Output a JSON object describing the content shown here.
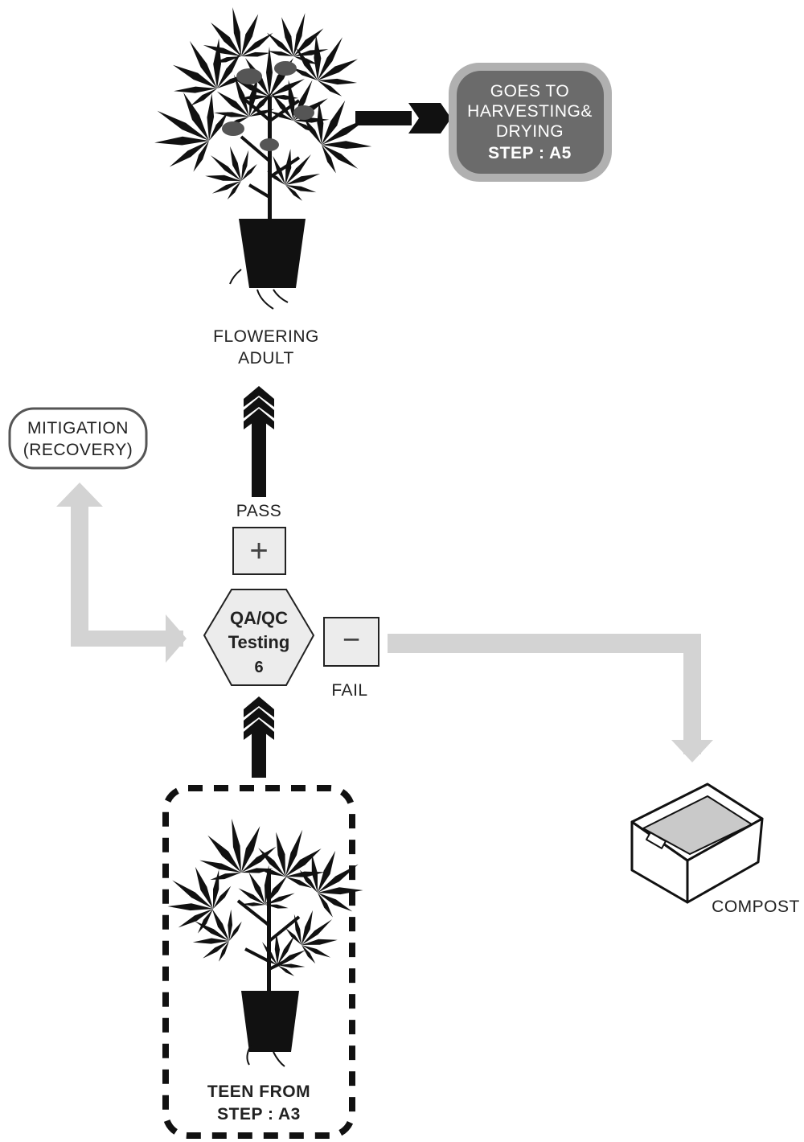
{
  "harvest_box": {
    "line1": "GOES TO",
    "line2": "HARVESTING&",
    "line3": "DRYING",
    "step": "STEP : A5"
  },
  "flowering_label": {
    "line1": "FLOWERING",
    "line2": "ADULT"
  },
  "mitigation": {
    "line1": "MITIGATION",
    "line2": "(RECOVERY)"
  },
  "pass_label": "PASS",
  "pass_symbol": "+",
  "qa_hex": {
    "line1": "QA/QC",
    "line2": "Testing",
    "line3": "6"
  },
  "fail_symbol": "−",
  "fail_label": "FAIL",
  "compost_label": "COMPOST",
  "teen_box": {
    "line1": "TEEN FROM",
    "line2": "STEP : A3"
  },
  "colors": {
    "dark_arrow": "#111111",
    "light_arrow": "#d3d3d3",
    "harvest_fill": "#6b6b6b",
    "harvest_border": "#b0b0b0",
    "hex_fill": "#ececec"
  },
  "icons": [
    "flowering-plant-icon",
    "teen-plant-icon",
    "compost-bin-icon"
  ]
}
